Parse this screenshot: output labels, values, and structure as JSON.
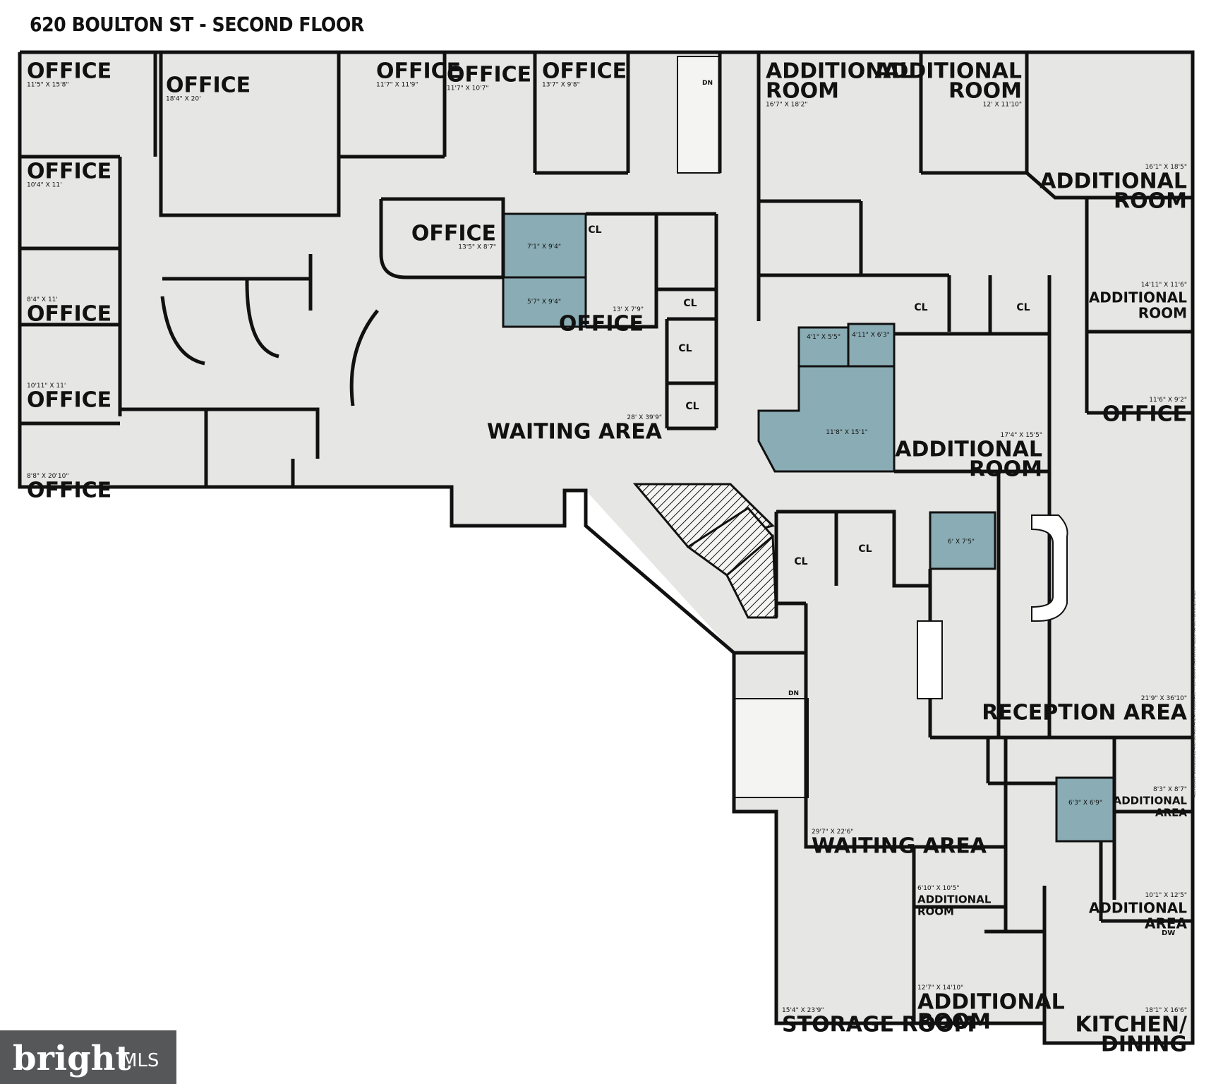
{
  "title": "620 BOULTON ST - SECOND FLOOR",
  "brand": {
    "name": "bright",
    "suffix": "MLS"
  },
  "disclaimer": "ALL ROOMS, DIMENSIONS, AND DETAILS ARE APPROXIMATE. THIS FLOOR PLAN IS FOR ILLUSTRATIVE PURPOSES ONLY.",
  "colors": {
    "floor": "#e6e7e5",
    "wall": "#111111",
    "bath": "#8aacb4",
    "background": "#ffffff"
  },
  "rooms": [
    {
      "id": "office-1",
      "name": "OFFICE",
      "size": "11'5\" X 15'8\""
    },
    {
      "id": "office-2",
      "name": "OFFICE",
      "size": "18'4\" X 20'"
    },
    {
      "id": "office-3",
      "name": "OFFICE",
      "size": "11'7\" X 11'9\""
    },
    {
      "id": "office-4",
      "name": "OFFICE",
      "size": "11'7\" X 10'7\""
    },
    {
      "id": "office-5",
      "name": "OFFICE",
      "size": "13'7\" X 9'8\""
    },
    {
      "id": "office-6",
      "name": "OFFICE",
      "size": "10'4\" X 11'"
    },
    {
      "id": "office-7",
      "name": "OFFICE",
      "size": "8'4\" X 11'"
    },
    {
      "id": "office-8",
      "name": "OFFICE",
      "size": "10'11\" X 11'"
    },
    {
      "id": "office-9",
      "name": "OFFICE",
      "size": "8'8\" X 20'10\""
    },
    {
      "id": "office-10",
      "name": "OFFICE",
      "size": "13'5\" X 8'7\""
    },
    {
      "id": "office-11",
      "name": "OFFICE",
      "size": "13' X 7'9\""
    },
    {
      "id": "office-12",
      "name": "OFFICE",
      "size": "11'6\" X 9'2\""
    },
    {
      "id": "waiting-1",
      "name": "WAITING AREA",
      "size": "28' X 39'9\""
    },
    {
      "id": "waiting-2",
      "name": "WAITING AREA",
      "size": "29'7\" X 22'6\""
    },
    {
      "id": "addl-room-1",
      "name": "ADDITIONAL ROOM",
      "size": "16'7\" X 18'2\""
    },
    {
      "id": "addl-room-2",
      "name": "ADDITIONAL ROOM",
      "size": "12' X 11'10\""
    },
    {
      "id": "addl-room-3",
      "name": "ADDITIONAL ROOM",
      "size": "16'1\" X 18'5\""
    },
    {
      "id": "addl-room-4",
      "name": "ADDITIONAL ROOM",
      "size": "14'11\" X 11'6\""
    },
    {
      "id": "addl-room-5",
      "name": "ADDITIONAL ROOM",
      "size": "17'4\" X 15'5\""
    },
    {
      "id": "addl-room-6",
      "name": "ADDITIONAL ROOM",
      "size": "6'10\" X 10'5\""
    },
    {
      "id": "addl-room-7",
      "name": "ADDITIONAL ROOM",
      "size": "12'7\" X 14'10\""
    },
    {
      "id": "reception",
      "name": "RECEPTION AREA",
      "size": "21'9\" X 36'10\""
    },
    {
      "id": "addl-area-1",
      "name": "ADDITIONAL AREA",
      "size": "8'3\" X 8'7\""
    },
    {
      "id": "addl-area-2",
      "name": "ADDITIONAL AREA",
      "size": "10'1\" X 12'5\""
    },
    {
      "id": "storage",
      "name": "STORAGE ROOM",
      "size": "15'4\" X 23'9\""
    },
    {
      "id": "kitchen",
      "name": "KITCHEN/ DINING",
      "size": "18'1\" X 16'6\""
    }
  ],
  "baths": [
    {
      "id": "bath-1",
      "size": "7'1\" X 9'4\""
    },
    {
      "id": "bath-2",
      "size": "5'7\" X 9'4\""
    },
    {
      "id": "bath-3",
      "size": "4'1\" X 5'5\""
    },
    {
      "id": "bath-4",
      "size": "4'11\" X 6'3\""
    },
    {
      "id": "bath-5",
      "size": "11'8\" X 15'1\""
    },
    {
      "id": "bath-6",
      "size": "6' X 7'5\""
    },
    {
      "id": "bath-7",
      "size": "6'3\" X 6'9\""
    }
  ],
  "closet_label": "CL",
  "stair_label": "DN",
  "dw_label": "DW"
}
